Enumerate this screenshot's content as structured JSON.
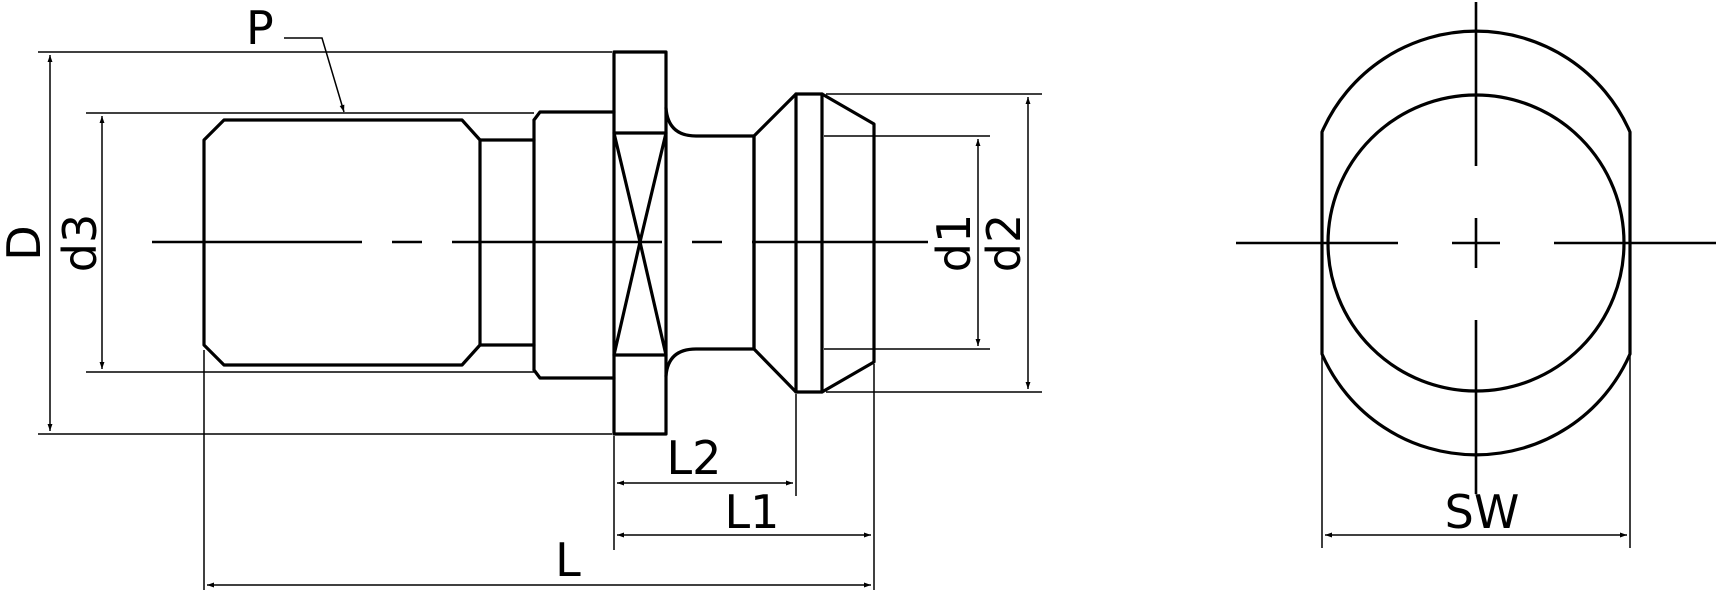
{
  "labels": {
    "P": "P",
    "D": "D",
    "d3": "d3",
    "d1": "d1",
    "d2": "d2",
    "L2": "L2",
    "L1": "L1",
    "L": "L",
    "SW": "SW"
  },
  "colors": {
    "line": "#000000",
    "background": "#ffffff"
  }
}
